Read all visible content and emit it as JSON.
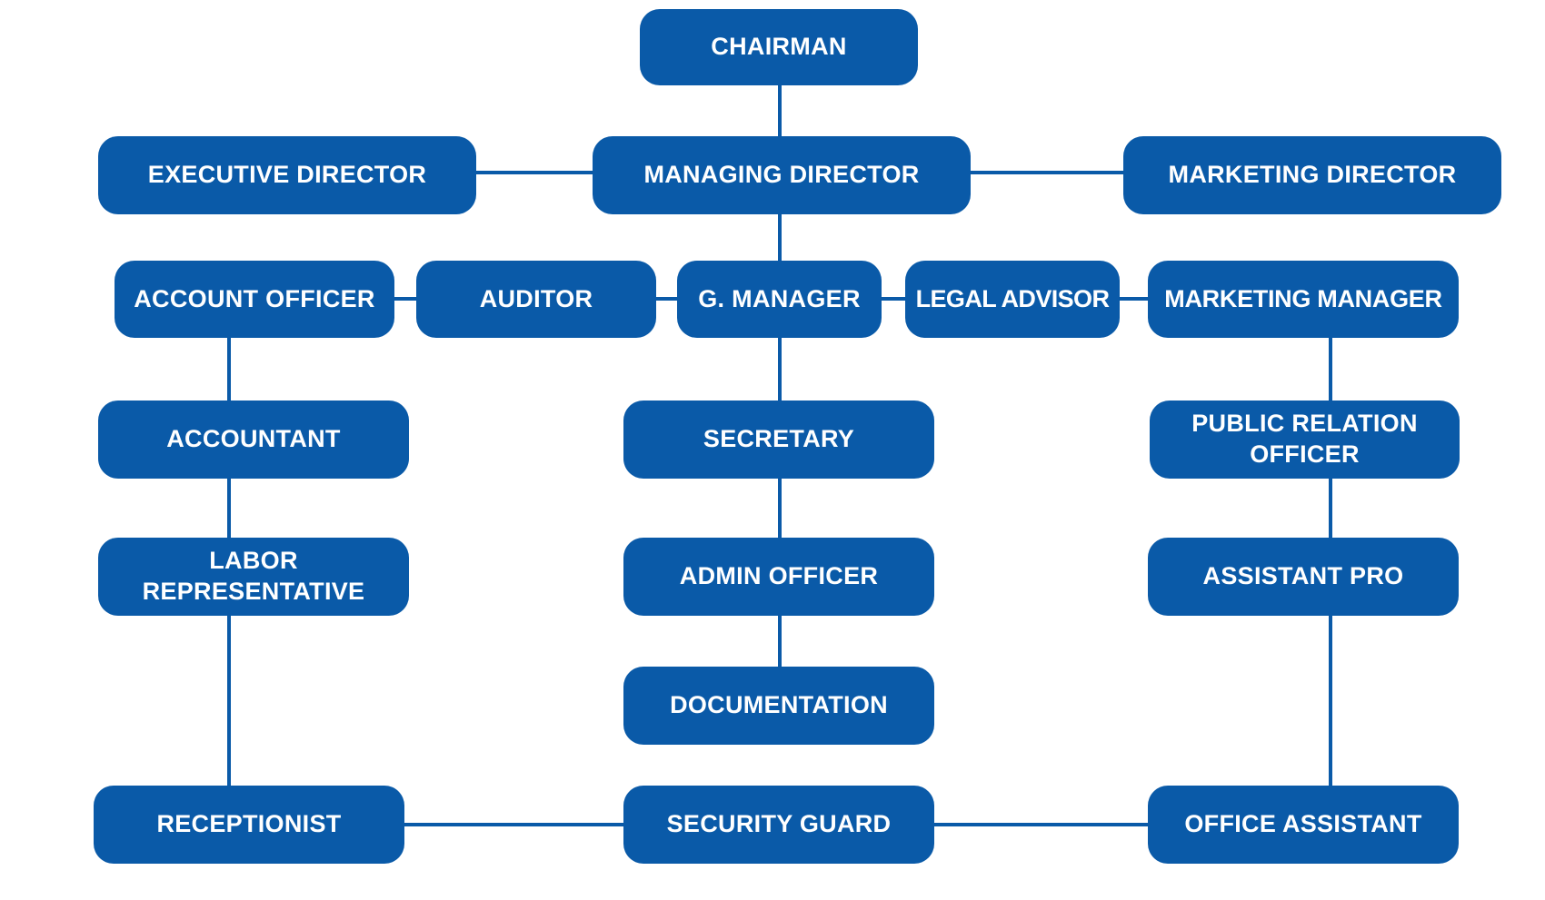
{
  "colors": {
    "box_fill": "#0a5aa8",
    "line": "#0a5aa8",
    "text": "#ffffff",
    "background": "#ffffff"
  },
  "nodes": {
    "chairman": "CHAIRMAN",
    "executive_director": "EXECUTIVE DIRECTOR",
    "managing_director": "MANAGING DIRECTOR",
    "marketing_director": "MARKETING DIRECTOR",
    "account_officer": "ACCOUNT OFFICER",
    "auditor": "AUDITOR",
    "g_manager": "G. MANAGER",
    "legal_advisor": "LEGAL ADVISOR",
    "marketing_manager": "MARKETING MANAGER",
    "accountant": "ACCOUNTANT",
    "secretary": "SECRETARY",
    "public_relation_officer": "PUBLIC RELATION\nOFFICER",
    "labor_representative": "LABOR\nREPRESENTATIVE",
    "admin_officer": "ADMIN OFFICER",
    "assistant_pro": "ASSISTANT PRO",
    "documentation": "DOCUMENTATION",
    "receptionist": "RECEPTIONIST",
    "security_guard": "SECURITY GUARD",
    "office_assistant": "OFFICE ASSISTANT"
  },
  "connections": [
    [
      "chairman",
      "managing_director"
    ],
    [
      "executive_director",
      "managing_director"
    ],
    [
      "managing_director",
      "marketing_director"
    ],
    [
      "managing_director",
      "g_manager"
    ],
    [
      "account_officer",
      "auditor"
    ],
    [
      "auditor",
      "g_manager"
    ],
    [
      "g_manager",
      "legal_advisor"
    ],
    [
      "legal_advisor",
      "marketing_manager"
    ],
    [
      "account_officer",
      "accountant"
    ],
    [
      "accountant",
      "labor_representative"
    ],
    [
      "labor_representative",
      "receptionist"
    ],
    [
      "g_manager",
      "secretary"
    ],
    [
      "secretary",
      "admin_officer"
    ],
    [
      "admin_officer",
      "documentation"
    ],
    [
      "marketing_manager",
      "public_relation_officer"
    ],
    [
      "public_relation_officer",
      "assistant_pro"
    ],
    [
      "assistant_pro",
      "office_assistant"
    ],
    [
      "receptionist",
      "security_guard"
    ],
    [
      "security_guard",
      "office_assistant"
    ]
  ]
}
